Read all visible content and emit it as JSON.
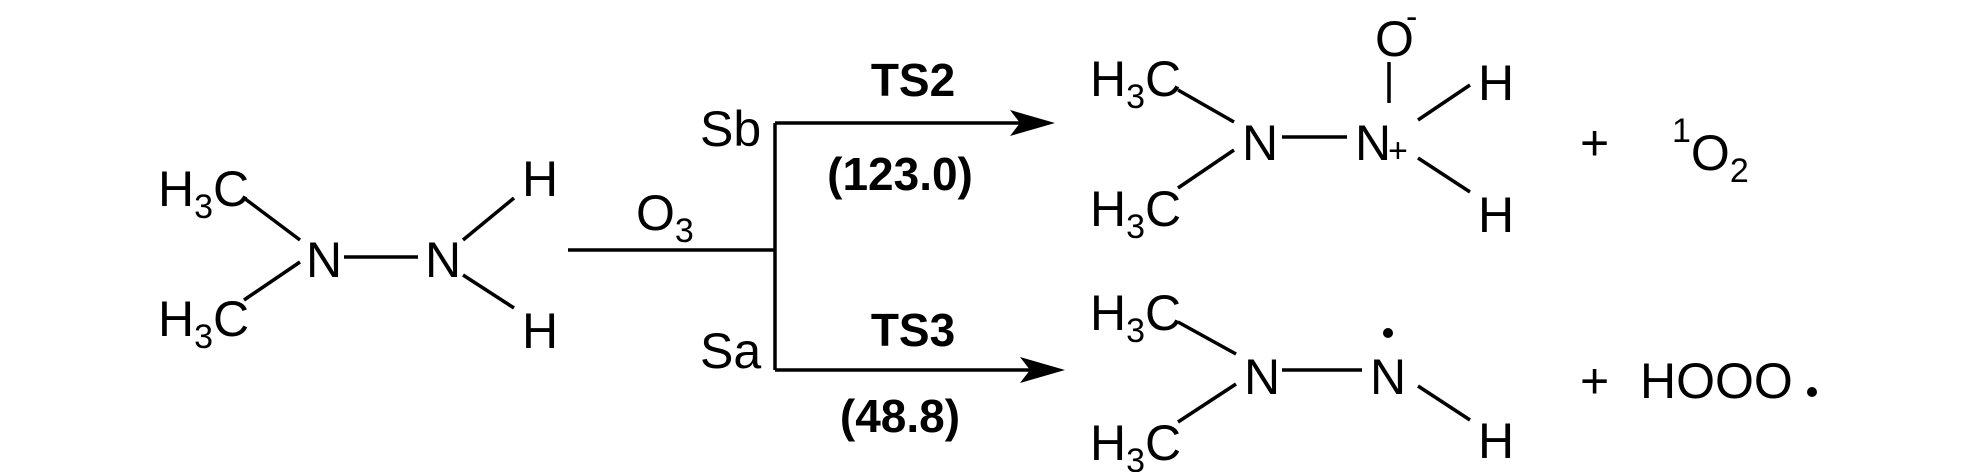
{
  "atoms": {
    "methyl": "H",
    "methyl_c": "C",
    "methyl_sub": "3",
    "nitrogen": "N",
    "hydrogen": "H",
    "oxygen": "O",
    "charge_minus": "-",
    "charge_plus": "+",
    "radical_dot": "•"
  },
  "reagent": {
    "letter": "O",
    "sub": "3"
  },
  "branches": {
    "upper": {
      "label": "Sb",
      "ts": "TS2",
      "energy": "(123.0)"
    },
    "lower": {
      "label": "Sa",
      "ts": "TS3",
      "energy": "(48.8)"
    }
  },
  "products": {
    "plus": "+",
    "upper_coproduct": {
      "sup": "1",
      "letter": "O",
      "sub": "2"
    },
    "lower_coproduct": {
      "text": "HOOO",
      "dot": "•"
    }
  }
}
